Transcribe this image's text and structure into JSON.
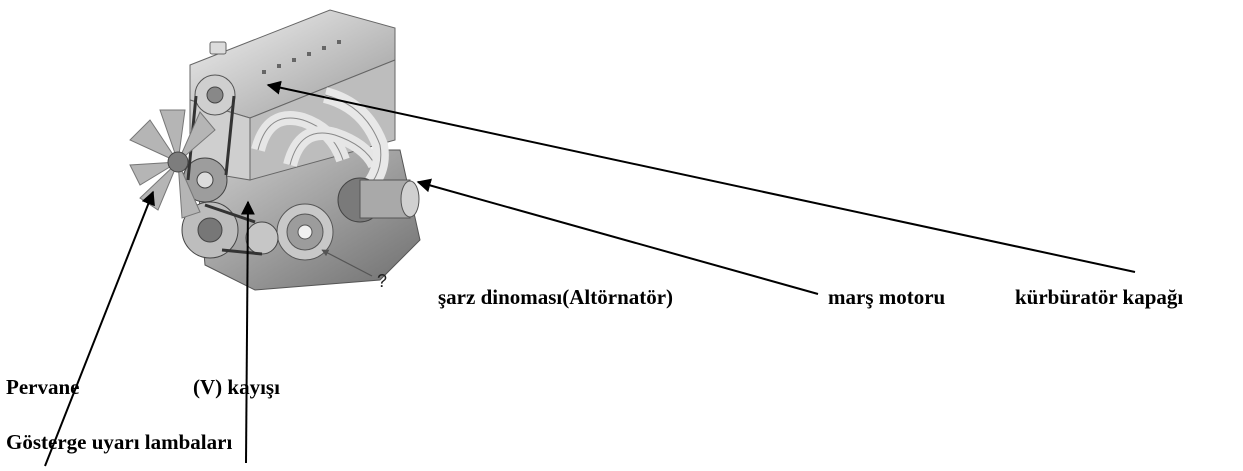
{
  "labels": {
    "sarz": "şarz dinoması(Altörnatör)",
    "mars": "marş motoru",
    "karburator": "kürbüratör kapağı",
    "pervane": "Pervane",
    "kayis": "(V) kayışı",
    "gosterge": "Gösterge uyarı lambaları",
    "question": "?"
  }
}
